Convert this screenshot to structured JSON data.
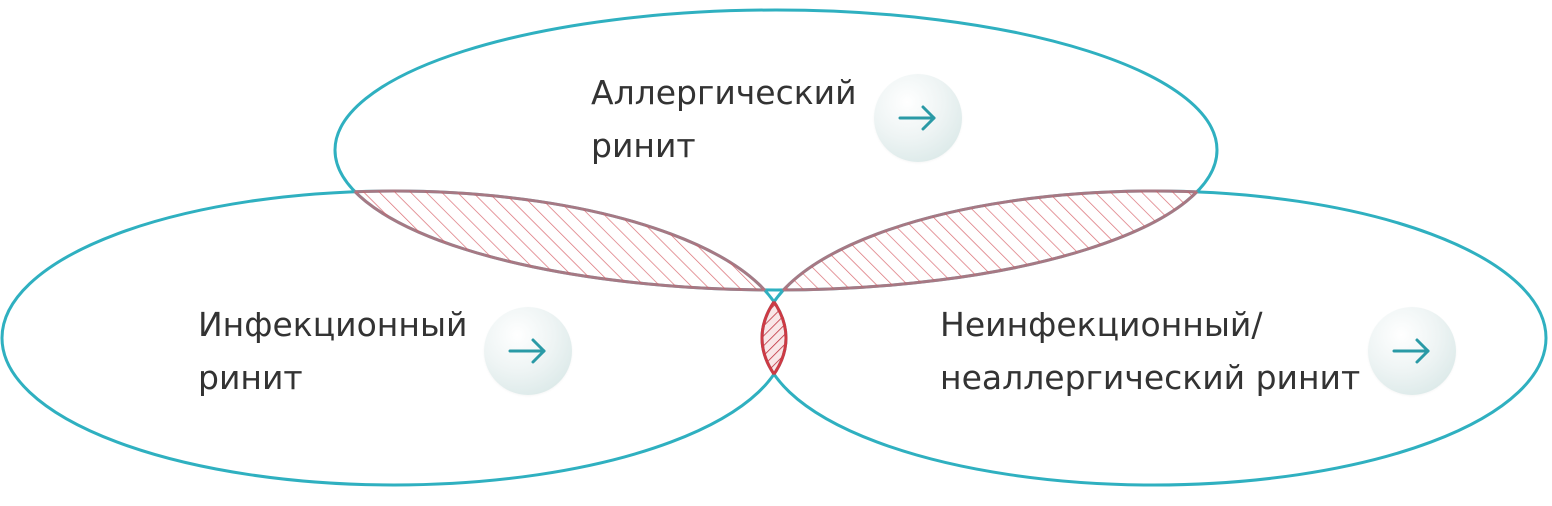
{
  "diagram": {
    "sets": [
      {
        "id": "allergic",
        "lines": [
          "Аллергический",
          "ринит"
        ]
      },
      {
        "id": "infectious",
        "lines": [
          "Инфекционный",
          "ринит"
        ]
      },
      {
        "id": "noninfectious",
        "lines": [
          "Неинфекционный/",
          "неаллергический ринит"
        ]
      }
    ],
    "colors": {
      "ellipse_stroke": "#2fb0c0",
      "overlap_hatch": "#cd3a44",
      "arrow": "#2a9aa6",
      "text": "#333333"
    },
    "icons": [
      "arrow-right-icon",
      "arrow-right-icon",
      "arrow-right-icon"
    ]
  }
}
